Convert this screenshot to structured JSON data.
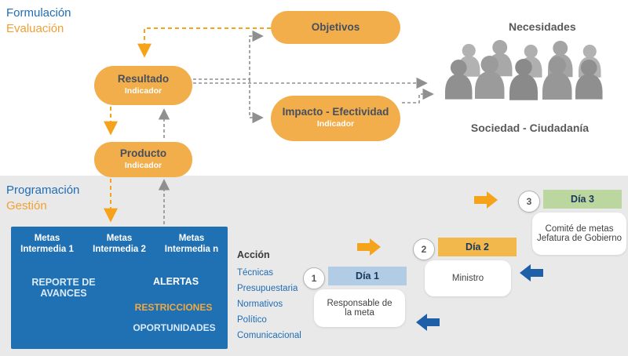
{
  "labels": {
    "formulacion": "Formulación",
    "evaluacion": "Evaluación",
    "programacion": "Programación",
    "gestion": "Gestión",
    "necesidades": "Necesidades",
    "sociedad": "Sociedad - Ciudadanía"
  },
  "boxes": {
    "objetivos": "Objetivos",
    "resultado": {
      "title": "Resultado",
      "subtitle": "Indicador"
    },
    "impacto": {
      "title": "Impacto - Efectividad",
      "subtitle": "Indicador"
    },
    "producto": {
      "title": "Producto",
      "subtitle": "Indicador"
    }
  },
  "metas": {
    "col1": "Metas\nIntermedia 1",
    "col2": "Metas\nIntermedia 2",
    "coln": "Metas\nIntermedia n",
    "reporte": "REPORTE DE\nAVANCES",
    "alertas": "ALERTAS",
    "restricciones": "RESTRICCIONES",
    "oportunidades": "OPORTUNIDADES"
  },
  "accion": {
    "label": "Acción",
    "items": [
      "Técnicas",
      "Presupuestaria",
      "Normativos",
      "Político",
      "Comunicacional"
    ]
  },
  "stages": [
    {
      "num": "1",
      "dia": "Día 1",
      "box": "Responsable de\nla meta"
    },
    {
      "num": "2",
      "dia": "Día 2",
      "box": "Ministro"
    },
    {
      "num": "3",
      "dia": "Día 3",
      "box": "Comité de metas\nJefatura de Gobierno"
    }
  ],
  "colors": {
    "pill_orange": "#F1AE4B",
    "blue": "#2070B4",
    "label_blue": "#1F6DB5",
    "label_orange": "#F0A132",
    "dia1": "#B3CCE6",
    "dia2": "#F2B84B",
    "dia3": "#BCD6A0",
    "arrow_orange": "#F5A31B",
    "arrow_blue": "#1F5FA8",
    "gray_band": "#E9E9E9"
  }
}
